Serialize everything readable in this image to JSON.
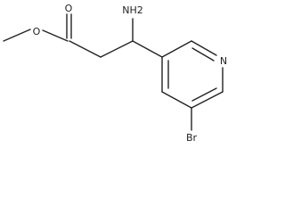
{
  "molecule": {
    "labels": {
      "amine": "NH2",
      "ring_nitrogen": "N",
      "carbonyl_oxygen": "O",
      "ester_oxygen": "O",
      "bromine": "Br"
    }
  }
}
